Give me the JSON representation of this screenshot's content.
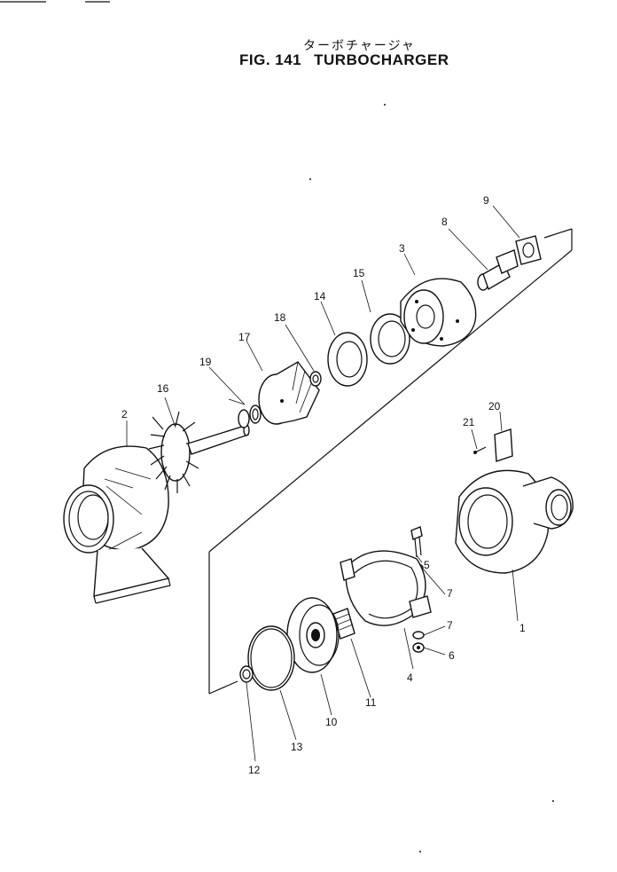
{
  "header": {
    "subtitle_jp": "ターボチャージャ",
    "figure_no": "FIG. 141",
    "title": "TURBOCHARGER"
  },
  "callouts": [
    {
      "id": "c1",
      "label": "1"
    },
    {
      "id": "c2",
      "label": "2"
    },
    {
      "id": "c3",
      "label": "3"
    },
    {
      "id": "c4",
      "label": "4"
    },
    {
      "id": "c5",
      "label": "5"
    },
    {
      "id": "c6",
      "label": "6"
    },
    {
      "id": "c7a",
      "label": "7"
    },
    {
      "id": "c7b",
      "label": "7"
    },
    {
      "id": "c8",
      "label": "8"
    },
    {
      "id": "c9",
      "label": "9"
    },
    {
      "id": "c10",
      "label": "10"
    },
    {
      "id": "c11",
      "label": "11"
    },
    {
      "id": "c12",
      "label": "12"
    },
    {
      "id": "c13",
      "label": "13"
    },
    {
      "id": "c14",
      "label": "14"
    },
    {
      "id": "c15",
      "label": "15"
    },
    {
      "id": "c16",
      "label": "16"
    },
    {
      "id": "c17",
      "label": "17"
    },
    {
      "id": "c18",
      "label": "18"
    },
    {
      "id": "c19",
      "label": "19"
    },
    {
      "id": "c20",
      "label": "20"
    },
    {
      "id": "c21",
      "label": "21"
    }
  ]
}
